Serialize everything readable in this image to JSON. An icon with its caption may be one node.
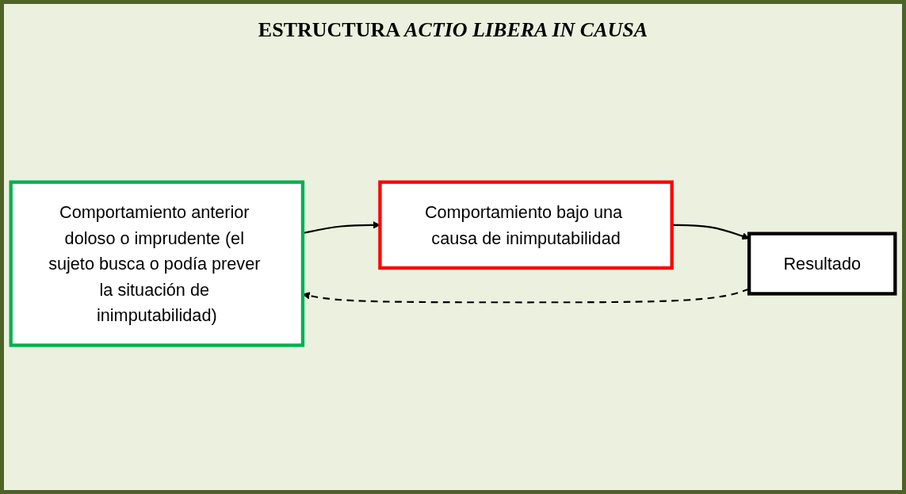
{
  "diagram": {
    "title": "ESTRUCTURA *ACTIO LIBERA IN CAUSA*",
    "nodes": [
      {
        "text": [
          "Comportamiento anterior doloso o imprudente (el sujeto busca o podía prever la situación de inimputabilidad)"
        ]
      },
      {
        "text": [
          "Comportamiento bajo una causa de inimputabilidad"
        ]
      },
      {
        "text": [
          "Resultado"
        ]
      }
    ],
    "edges": [
      {
        "from": 0,
        "to": 1,
        "arrow": "to"
      },
      {
        "from": 1,
        "to": 2,
        "arrow": "to"
      },
      {
        "from": 2,
        "to": 0,
        "arrow": "to",
        "style": "dashed"
      }
    ]
  }
}
